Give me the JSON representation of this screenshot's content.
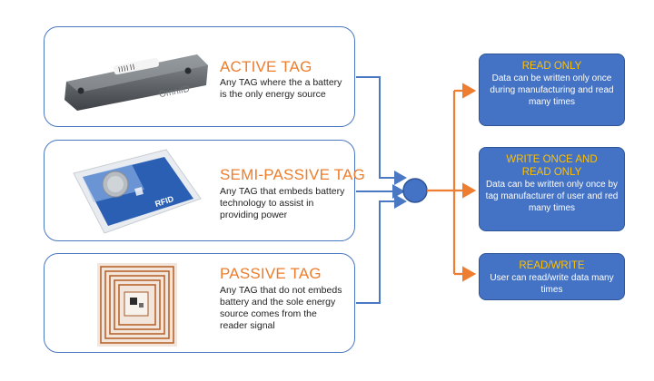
{
  "tags": [
    {
      "title": "ACTIVE TAG",
      "description": "Any TAG where the a battery is the only energy source",
      "image": "active-tag-device"
    },
    {
      "title": "SEMI-PASSIVE TAG",
      "description": "Any TAG that embeds battery technology to assist in providing power",
      "image": "semi-passive-tag-device"
    },
    {
      "title": "PASSIVE TAG",
      "description": "Any TAG that do not embeds battery and the sole energy source comes from the reader signal",
      "image": "passive-tag-antenna"
    }
  ],
  "types": [
    {
      "title": "READ ONLY",
      "description": "Data can be written only once during manufacturing and read many times"
    },
    {
      "title": "WRITE ONCE AND READ ONLY",
      "description": "Data can be written only once by tag manufacturer of user and red many times"
    },
    {
      "title": "READ/WRITE",
      "description": "User can read/write data many times"
    }
  ],
  "device_labels": {
    "active_brand": "OmniID",
    "semi_passive_brand": "RFID"
  },
  "colors": {
    "accent": "#ee7d2c",
    "box": "#4472c4",
    "box_title": "#ffc000",
    "connector_blue": "#4a78c2",
    "connector_orange": "#ed7d31"
  }
}
